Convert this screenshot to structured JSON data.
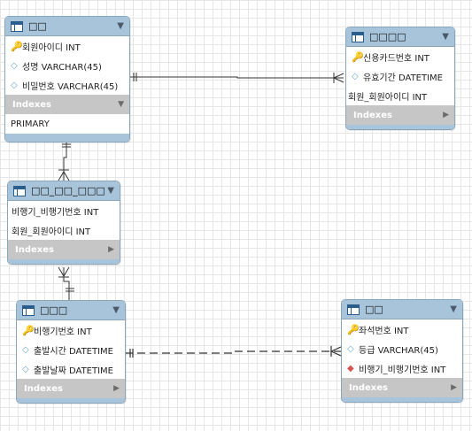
{
  "tables": {
    "member": {
      "title": "□□",
      "columns": [
        {
          "name": "회원아이디 INT",
          "kind": "pk"
        },
        {
          "name": "성명 VARCHAR(45)",
          "kind": "attr"
        },
        {
          "name": "비밀번호 VARCHAR(45)",
          "kind": "attr"
        }
      ],
      "indexes_label": "Indexes",
      "indexes": [
        "PRIMARY"
      ]
    },
    "card": {
      "title": "□□□□",
      "columns": [
        {
          "name": "신용카드번호 INT",
          "kind": "pk"
        },
        {
          "name": "유효기간 DATETIME",
          "kind": "attr"
        },
        {
          "name": "회원_회원아이디 INT",
          "kind": "fk"
        }
      ],
      "indexes_label": "Indexes"
    },
    "reservation": {
      "title": "□□_□□_□□□",
      "columns": [
        {
          "name": "비행기_비행기번호 INT",
          "kind": "fk"
        },
        {
          "name": "회원_회원아이디 INT",
          "kind": "fk"
        }
      ],
      "indexes_label": "Indexes"
    },
    "airplane": {
      "title": "□□□",
      "columns": [
        {
          "name": "비행기번호 INT",
          "kind": "pk"
        },
        {
          "name": "출발시간 DATETIME",
          "kind": "attr"
        },
        {
          "name": "출발날짜 DATETIME",
          "kind": "attr"
        }
      ],
      "indexes_label": "Indexes"
    },
    "seat": {
      "title": "□□",
      "columns": [
        {
          "name": "좌석번호 INT",
          "kind": "pk"
        },
        {
          "name": "등급 VARCHAR(45)",
          "kind": "attr"
        },
        {
          "name": "비행기_비행기번호 INT",
          "kind": "fk-red"
        }
      ],
      "indexes_label": "Indexes"
    }
  },
  "colors": {
    "header": "#a8c4db",
    "border": "#8aa6bd",
    "section": "#c6c6c6",
    "pk_key": "#e8b800",
    "attr_diamond": "#6fa8c8",
    "fk_diamond": "#d9534f",
    "link": "#333333"
  }
}
